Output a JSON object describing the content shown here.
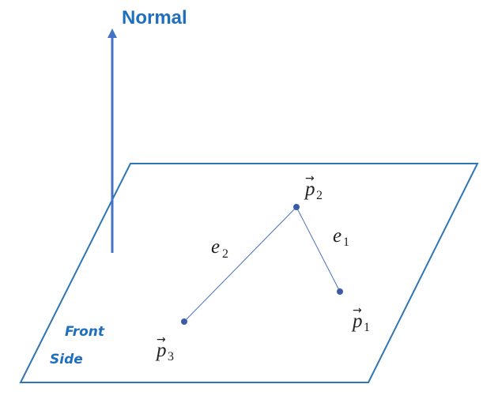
{
  "normal": {
    "label": "Normal",
    "color": "#1f6fbf"
  },
  "plane": {
    "front_label": "Front",
    "side_label": "Side",
    "border_color": "#2e75b6",
    "label_color": "#1f6fbf"
  },
  "points": {
    "p1": {
      "base": "p",
      "sub": "1",
      "arrow": "→"
    },
    "p2": {
      "base": "p",
      "sub": "2",
      "arrow": "→"
    },
    "p3": {
      "base": "p",
      "sub": "3",
      "arrow": "→"
    },
    "color": "#3b5ba8"
  },
  "edges": {
    "e1": {
      "base": "e",
      "sub": "1"
    },
    "e2": {
      "base": "e",
      "sub": "2"
    },
    "color": "#4a6fbf"
  },
  "normal_arrow_color": "#4472c4"
}
